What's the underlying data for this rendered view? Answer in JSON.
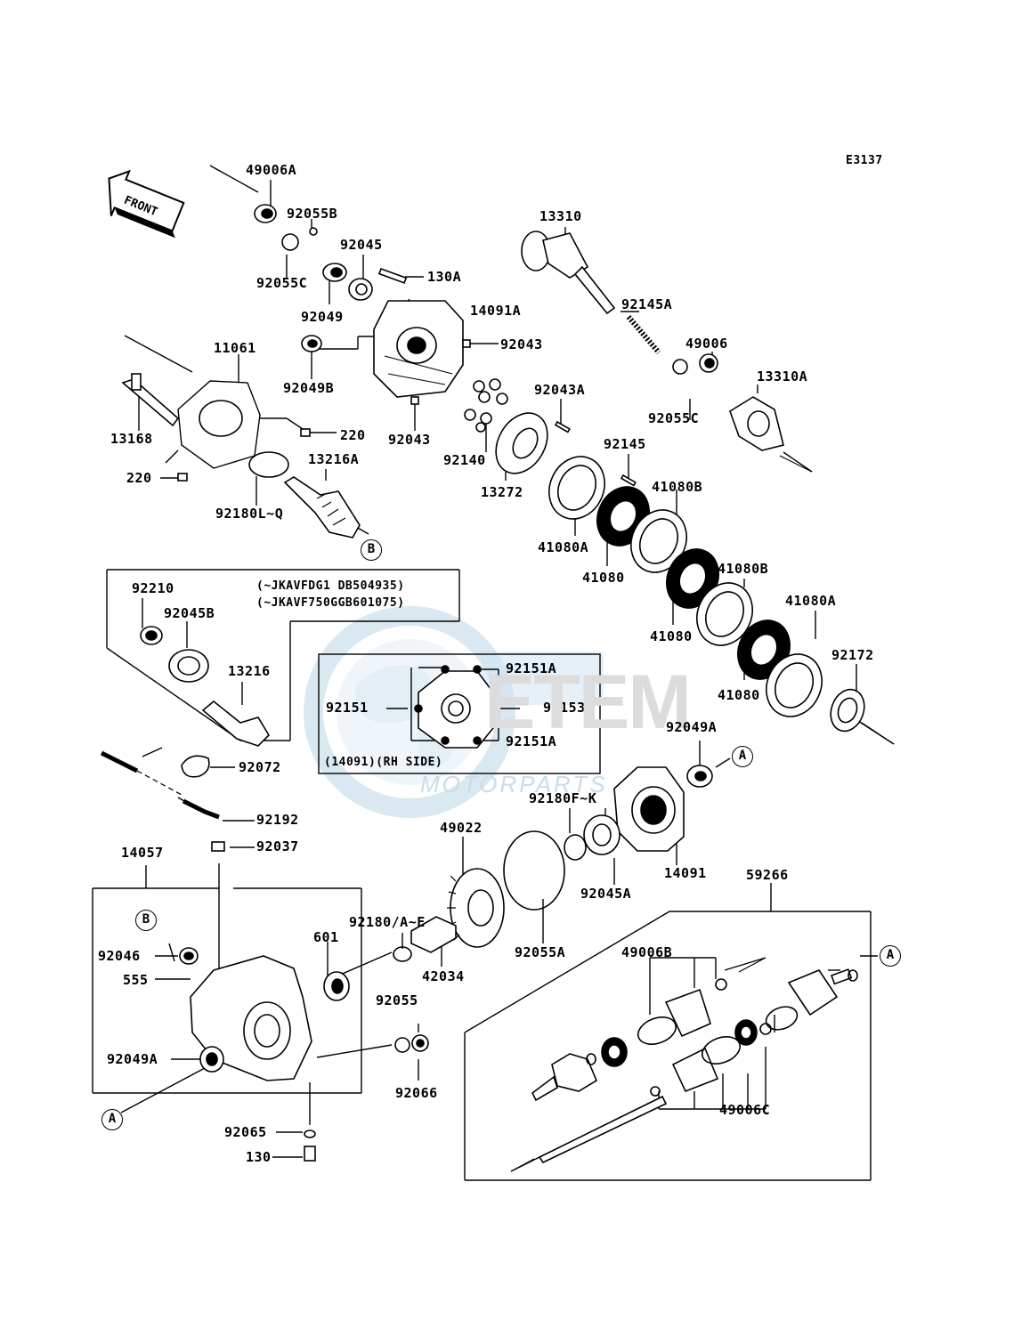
{
  "diagram_code": "E3137",
  "front_label": "FRONT",
  "serial_note_1": "(~JKAVFDG1 DB504935)",
  "serial_note_2": "(~JKAVF750GGB601075)",
  "inset_caption": "(14091)(RH SIDE)",
  "watermark_main": "ETEM",
  "watermark_sub": "MOTORPARTS",
  "ref_marks": {
    "a": "A",
    "b": "B"
  },
  "parts": {
    "p49006A": "49006A",
    "p92055B": "92055B",
    "p92055C_top": "92055C",
    "p92045": "92045",
    "p92049": "92049",
    "p130A": "130A",
    "p14091A": "14091A",
    "p92043_r": "92043",
    "p92049B": "92049B",
    "p92043_b": "92043",
    "p11061": "11061",
    "p13168": "13168",
    "p220_r": "220",
    "p220_l": "220",
    "p13216A": "13216A",
    "p92180LQ": "92180L~Q",
    "p13310": "13310",
    "p92145A": "92145A",
    "p49006": "49006",
    "p13310A": "13310A",
    "p92055C_r": "92055C",
    "p92043A": "92043A",
    "p92140": "92140",
    "p13272": "13272",
    "p92145": "92145",
    "p41080B_1": "41080B",
    "p41080A_1": "41080A",
    "p41080_1": "41080",
    "p41080B_2": "41080B",
    "p41080_2": "41080",
    "p41080A_2": "41080A",
    "p92172": "92172",
    "p41080_3": "41080",
    "p92210": "92210",
    "p92045B": "92045B",
    "p13216": "13216",
    "p92151A_t": "92151A",
    "p92151": "92151",
    "p92153": "92153",
    "p92151A_b": "92151A",
    "p92072": "92072",
    "p92049A_r": "92049A",
    "p92180FK": "92180F~K",
    "p49022": "49022",
    "p14091": "14091",
    "p92045A": "92045A",
    "p92192": "92192",
    "p92037": "92037",
    "p14057": "14057",
    "p92180AE": "92180/A~E",
    "p601": "601",
    "p42034": "42034",
    "p92055A": "92055A",
    "p59266": "59266",
    "p49006B": "49006B",
    "p92046": "92046",
    "p555": "555",
    "p92055": "92055",
    "p92049A_l": "92049A",
    "p92066": "92066",
    "p49006C": "49006C",
    "p92065": "92065",
    "p130": "130"
  }
}
